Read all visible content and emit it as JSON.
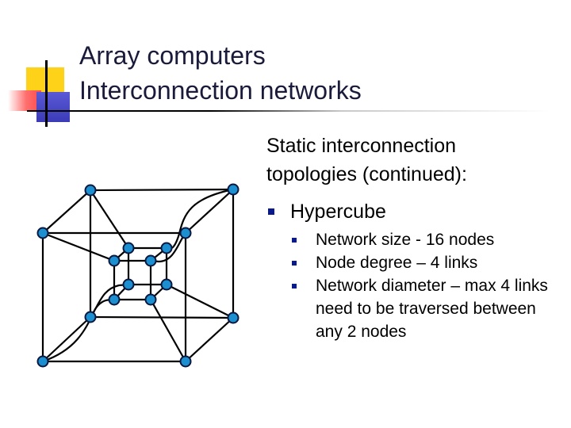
{
  "title": {
    "line1": "Array computers",
    "line2": "Interconnection networks"
  },
  "intro": {
    "line1": "Static interconnection",
    "line2": "topologies (continued):"
  },
  "bullet": {
    "label": "Hypercube",
    "subitems": [
      "Network size - 16 nodes",
      "Node degree – 4 links",
      "Network diameter – max 4 links need to be traversed between any 2 nodes"
    ]
  },
  "colors": {
    "title": "#1a1a3a",
    "bullet": "#0a1a8a",
    "node_fill": "#1c8fd0",
    "node_stroke": "#0b1840",
    "deco_yellow": "#ffd21a",
    "deco_red": "#ff4b4b",
    "deco_blue": "#3b3bb8"
  }
}
